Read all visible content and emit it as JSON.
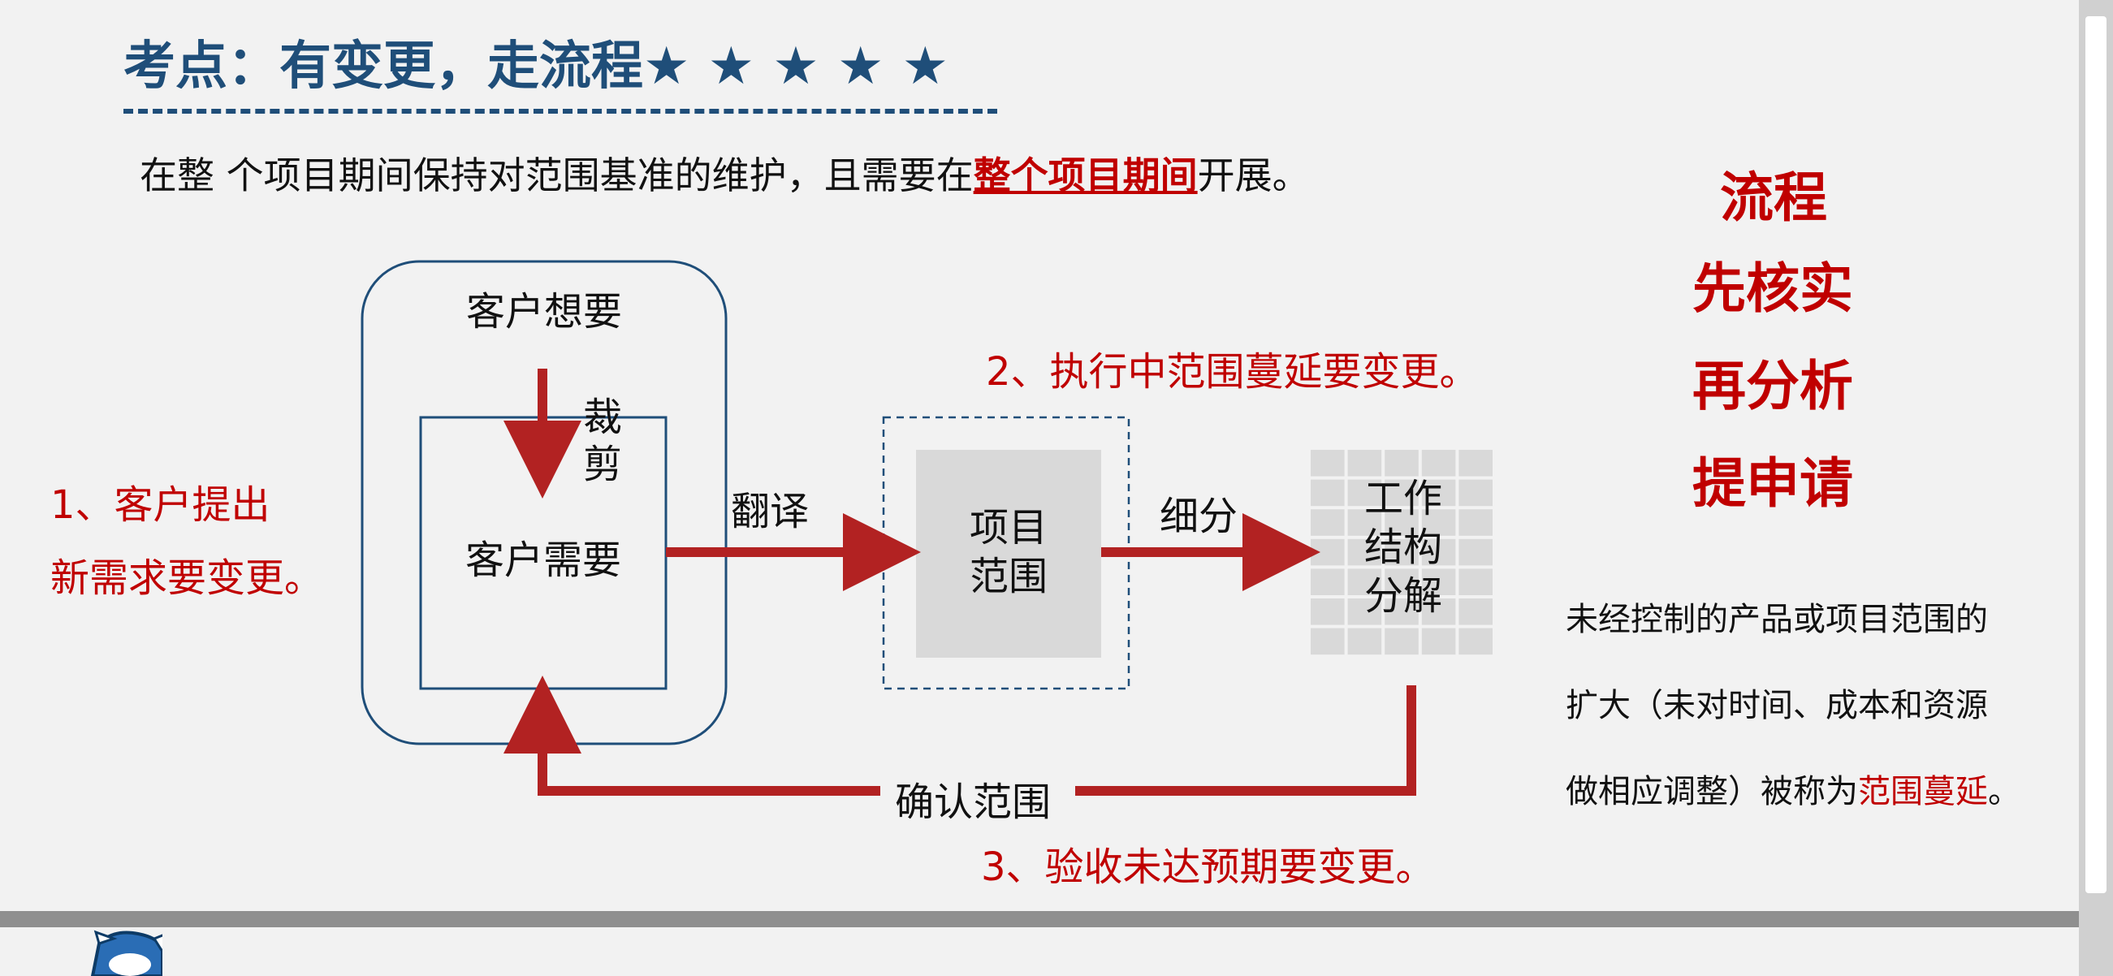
{
  "title": "考点：有变更，走流程★ ★ ★ ★ ★",
  "intro": {
    "before": "在整 个项目期间保持对范围基准的维护，且需要在",
    "emphasis": "整个项目期间",
    "after": "开展。"
  },
  "left_note": {
    "line1": "1、客户提出",
    "line2": "新需求要变更。"
  },
  "diagram": {
    "outer_box_label": "客户想要",
    "tailor_label_1": "裁",
    "tailor_label_2": "剪",
    "inner_box_label": "客户需要",
    "translate_label": "翻译",
    "project_scope_line1": "项目",
    "project_scope_line2": "范围",
    "subdivide_label": "细分",
    "wbs_line1": "工作",
    "wbs_line2": "结构",
    "wbs_line3": "分解",
    "confirm_label": "确认范围",
    "change_2": "2、执行中范围蔓延要变更。",
    "change_3": "3、验收未达预期要变更。"
  },
  "process": {
    "line1": "流程",
    "line2": "先核实",
    "line3": "再分析",
    "line4": "提申请"
  },
  "definition": {
    "line1": "未经控制的产品或项目范围的",
    "line2": "扩大（未对时间、成本和资源",
    "line3_before": "做相应调整）被称为",
    "line3_highlight": "范围蔓延",
    "line3_after": "。"
  },
  "colors": {
    "navy": "#1f4e79",
    "red": "#c00000",
    "arrow_red": "#b22222",
    "gray_box": "#d9d9d9"
  }
}
